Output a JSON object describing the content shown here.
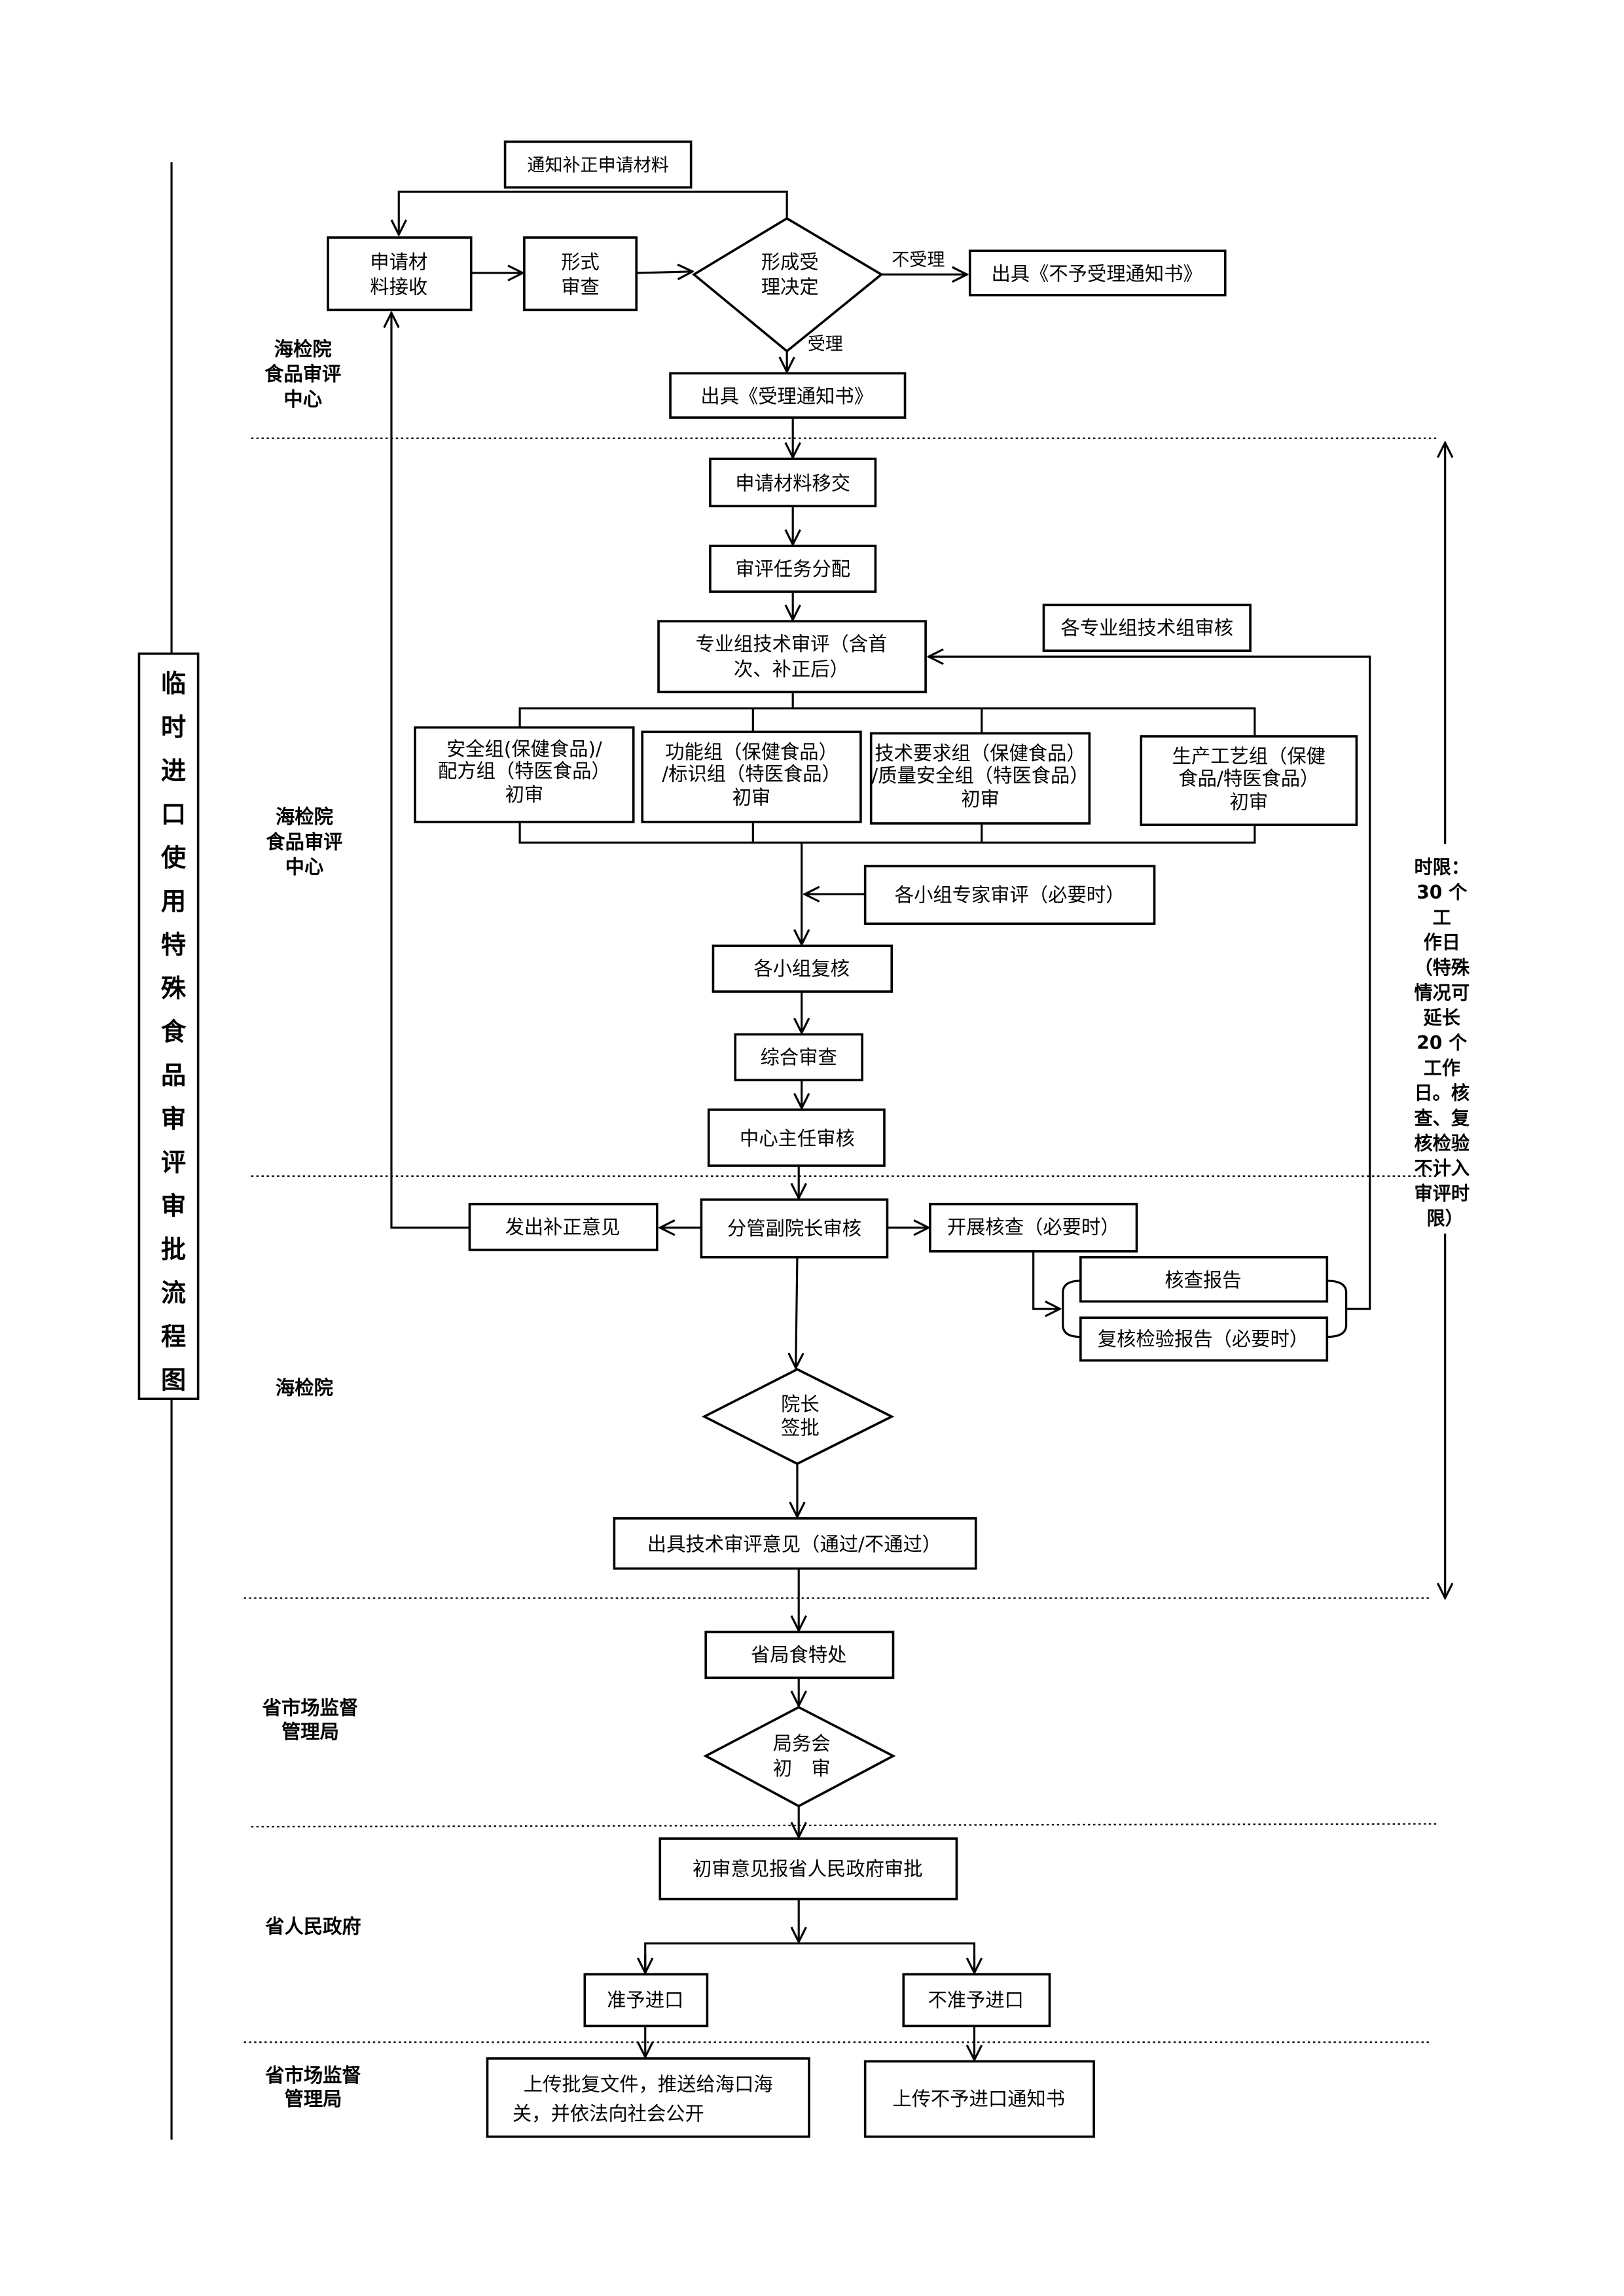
{
  "title": "临时进口使用特殊食品审评审批流程图",
  "sections": {
    "s1": [
      "海检院",
      "食品审评",
      "中心"
    ],
    "s2": [
      "海检院",
      "食品审评",
      "中心"
    ],
    "s3": [
      "海检院"
    ],
    "s4": [
      "省市场监督",
      "管理局"
    ],
    "s5": [
      "省人民政府"
    ],
    "s6": [
      "省市场监督",
      "管理局"
    ]
  },
  "nodes": {
    "notify_supplement": "通知补正申请材料",
    "receive": [
      "申请材",
      "料接收"
    ],
    "formal_review": [
      "形式",
      "审查"
    ],
    "decision": [
      "形成受",
      "理决定"
    ],
    "reject_label": "不受理",
    "reject_notice": "出具《不予受理通知书》",
    "accept_label": "受理",
    "accept_notice": "出具《受理通知书》",
    "transfer": "申请材料移交",
    "assign": "审评任务分配",
    "group_review_check": "各专业组技术组审核",
    "tech_review": [
      "专业组技术审评（含首",
      "次、补正后）"
    ],
    "group1": [
      "安全组(保健食品)/",
      "配方组（特医食品）",
      "初审"
    ],
    "group2": [
      "功能组（保健食品）",
      "/标识组（特医食品）",
      "初审"
    ],
    "group3": [
      "技术要求组（保健食品）",
      "/质量安全组（特医食品）",
      "初审"
    ],
    "group4": [
      "生产工艺组（保健",
      "食品/特医食品）",
      "初审"
    ],
    "expert_review": "各小组专家审评（必要时）",
    "group_recheck": "各小组复核",
    "comprehensive": "综合审查",
    "director_review": "中心主任审核",
    "vp_review": "分管副院长审核",
    "issue_supplement": "发出补正意见",
    "inspection": "开展核查（必要时）",
    "inspection_report": "核查报告",
    "retest_report": "复核检验报告（必要时）",
    "president_sign": [
      "院长",
      "签批"
    ],
    "tech_opinion": "出具技术审评意见（通过/不通过）",
    "provincial_office": "省局食特处",
    "bureau_meeting": [
      "局务会",
      "初　审"
    ],
    "report_gov": "初审意见报省人民政府审批",
    "approve": "准予进口",
    "deny": "不准予进口",
    "upload_approval": [
      "上传批复文件，推送给海口海",
      "关，并依法向社会公开"
    ],
    "upload_deny": "上传不予进口通知书"
  },
  "time_limit": [
    "时限：",
    "30 个",
    "工",
    "作日",
    "（特殊",
    "情况可",
    "延长",
    "20 个",
    "工作",
    "日。核",
    "查、复",
    "核检验",
    "不计入",
    "审评时",
    "限）"
  ]
}
